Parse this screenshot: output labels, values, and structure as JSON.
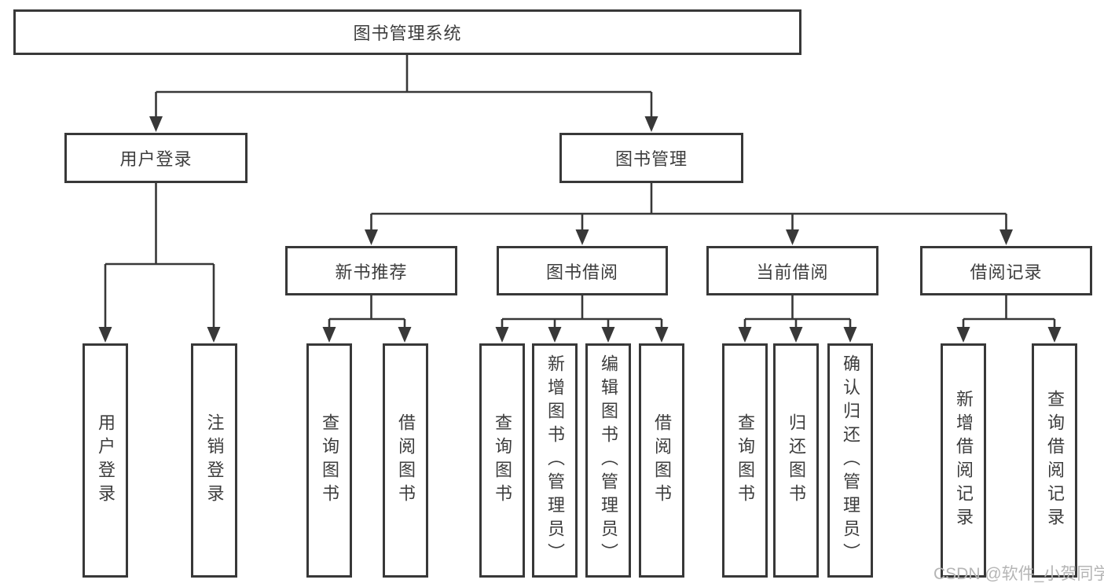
{
  "tree": {
    "label": "图书管理系统",
    "children": [
      {
        "label": "用户登录",
        "children": [
          {
            "label": "用户登录"
          },
          {
            "label": "注销登录"
          }
        ]
      },
      {
        "label": "图书管理",
        "children": [
          {
            "label": "新书推荐",
            "children": [
              {
                "label": "查询图书"
              },
              {
                "label": "借阅图书"
              }
            ]
          },
          {
            "label": "图书借阅",
            "children": [
              {
                "label": "查询图书"
              },
              {
                "label": "新增图书（管理员）"
              },
              {
                "label": "编辑图书（管理员）"
              },
              {
                "label": "借阅图书"
              }
            ]
          },
          {
            "label": "当前借阅",
            "children": [
              {
                "label": "查询图书"
              },
              {
                "label": "归还图书"
              },
              {
                "label": "确认归还（管理员）"
              }
            ]
          },
          {
            "label": "借阅记录",
            "children": [
              {
                "label": "新增借阅记录"
              },
              {
                "label": "查询借阅记录"
              }
            ]
          }
        ]
      }
    ]
  },
  "watermark": {
    "text": "CSDN @软件_小贺同学"
  },
  "colors": {
    "line": "#383838",
    "box_border": "#383838",
    "text": "#3d3d3d",
    "watermark": "#b5b5b5",
    "background": "#ffffff"
  }
}
